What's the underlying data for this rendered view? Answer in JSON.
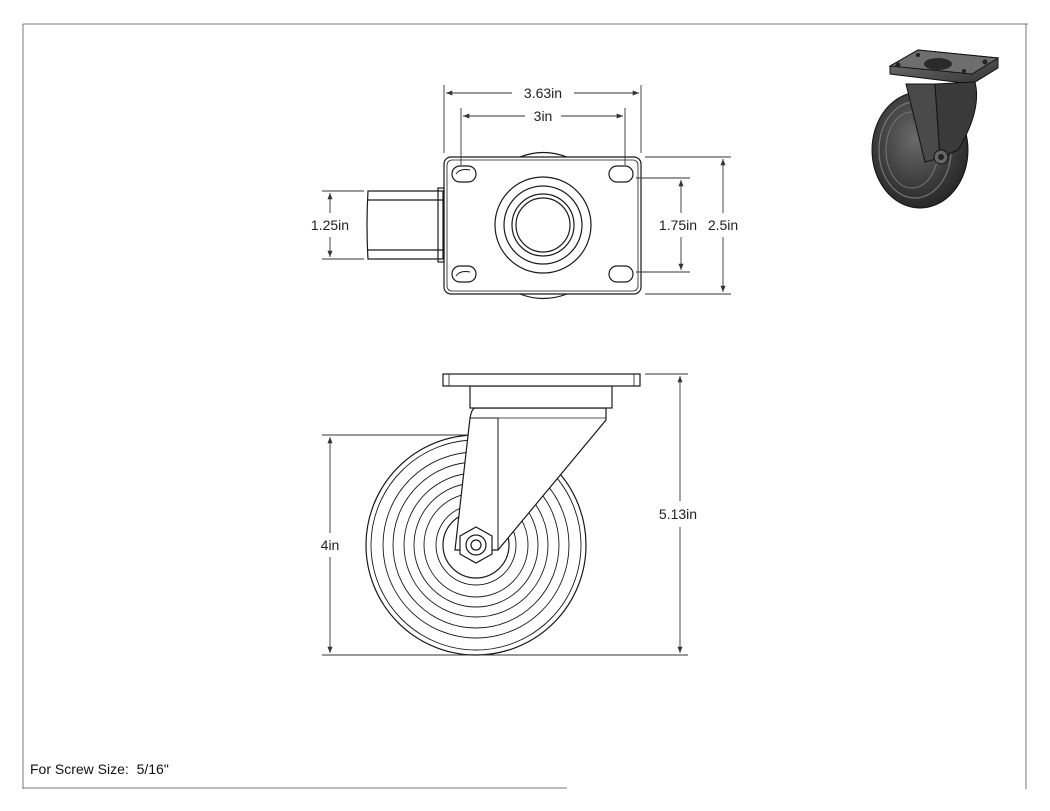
{
  "top_view": {
    "dim_overall_width": "3.63in",
    "dim_hole_width": "3in",
    "dim_stem_height": "1.25in",
    "dim_hole_height": "1.75in",
    "dim_overall_height": "2.5in"
  },
  "side_view": {
    "dim_wheel_diameter": "4in",
    "dim_overall_height": "5.13in"
  },
  "note": {
    "label": "For Screw Size:",
    "value": "5/16\""
  },
  "colors": {
    "line": "#1a1a1a",
    "dim_line": "#333333",
    "render_dark": "#2e2e2e",
    "render_mid": "#555555",
    "render_light": "#8a8a8a"
  }
}
